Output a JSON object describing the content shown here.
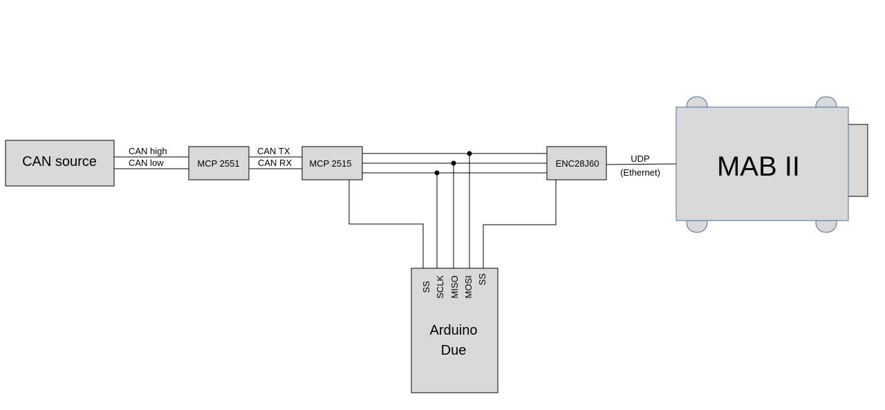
{
  "blocks": {
    "can_source": "CAN source",
    "mcp2551": "MCP 2551",
    "mcp2515": "MCP 2515",
    "enc28j60": "ENC28J60",
    "mab": "MAB II",
    "arduino_line1": "Arduino",
    "arduino_line2": "Due"
  },
  "signals": {
    "can_high": "CAN high",
    "can_low": "CAN low",
    "can_tx": "CAN TX",
    "can_rx": "CAN RX",
    "udp": "UDP",
    "ethernet": "(Ethernet)"
  },
  "pins": [
    "SS",
    "SCLK",
    "MISO",
    "MOSI",
    "SS"
  ],
  "colors": {
    "block_fill": "#d9d9d9",
    "mab_outline": "#41719c"
  }
}
